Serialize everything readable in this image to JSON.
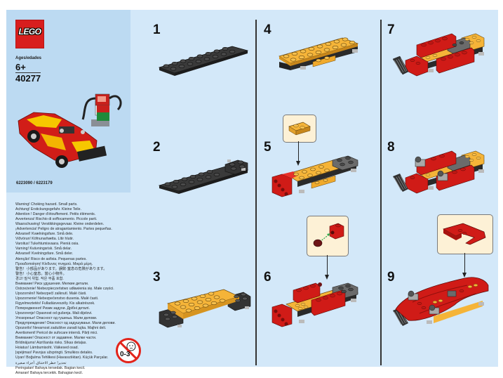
{
  "brand": {
    "logo_text": "LEGO",
    "logo_color": "#d81e1e"
  },
  "box_info": {
    "ages_label": "Ages/edades",
    "age": "6+",
    "set_number": "40277",
    "part_numbers": "6223090 / 6223179"
  },
  "warnings": [
    "Warning! Choking hazard. Small parts.",
    "Achtung! Erstickungsgefahr. Kleine Teile.",
    "Attention ! Danger d'étouffement. Petits éléments.",
    "Avvertenza! Rischio di soffocamento. Piccole parti.",
    "Waarschuwing! Verstikkingsgevaar. Kleine onderdelen.",
    "¡Advertencia! Peligro de atragantamiento. Partes pequeñas.",
    "Advarsel! Kvælningsfare. Små dele.",
    "Viðvörun! Köfnunarhætta. Lítir hlutir.",
    "Varoitus! Tukehtumisvaara. Pieniä osia.",
    "Varning! Kvävningsrisk. Små delar.",
    "Advarsel! Kvelningsfare. Små deler.",
    "Atenção! Risco de asfixia. Pequenas partes.",
    "Προειδοποίηση! Κίνδυνος πνιγμού. Μικρά μέρη.",
    "警告！小部品があります。誤飲·窒息の危険があります。",
    "警告！小心窒息。當心小物件。",
    "경고! 질식 위험. 작은 부품 포함.",
    "Внимание! Риск удушения. Мелкие детали.",
    "Ostrzeżenie! Niebezpieczeństwo udławienia się. Małe części.",
    "Upozornění! Nebezpečí zalknutí. Malé části.",
    "Upozornenie! Nebezpečenstvo dusenia. Malé časti.",
    "Figyelmeztetés! Fulladásveszély. Kis alkatrészek.",
    "Попередження! Ризик задухи. Дрібні деталі.",
    "Upozorenje! Opasnost od gušenja. Mali dijelovi.",
    "Упозорење! Опасност од гушења. Мали делови.",
    "Предупреждение! Опасност од задушување. Мали делови.",
    "Opozorilo! Nevarnost zadušitve zaradi tujka. Majhni deli.",
    "Avertisment! Pericol de sufocare internă. Părți mici.",
    "Внимание! Опасност от задавяне. Малки части.",
    "Brīdinājums! Aizrīšanās risks. Sīkas detaļas.",
    "Hoiatus! Lämbumisoht. Väikesed osad.",
    "Įspėjimas! Pavojus užspringti. Smulkios detalės.",
    "Uyarı! Boğulma Tehlikesi (Havasızlıktan). Küçük Parçalar.",
    "تحذير! خطر الاختناق. أجزاء صغيرة",
    "Peringatan! Bahaya tersedak. Bagian kecil.",
    "Amaran! Bahaya tercekik. Bahagian kecil."
  ],
  "age_warning_icon": {
    "label": "0-3"
  },
  "steps": [
    {
      "number": "1"
    },
    {
      "number": "2"
    },
    {
      "number": "3"
    },
    {
      "number": "4"
    },
    {
      "number": "5"
    },
    {
      "number": "6"
    },
    {
      "number": "7"
    },
    {
      "number": "8"
    },
    {
      "number": "9"
    }
  ],
  "colors": {
    "sheet_bg": "#d3e8f9",
    "left_panel_bg": "#bcdaf2",
    "brick_black": "#2f2f2f",
    "brick_orange": "#f4b43c",
    "brick_red": "#d01b17",
    "brick_gray": "#6b6b6b",
    "callout_bg": "#fdf1d6"
  }
}
